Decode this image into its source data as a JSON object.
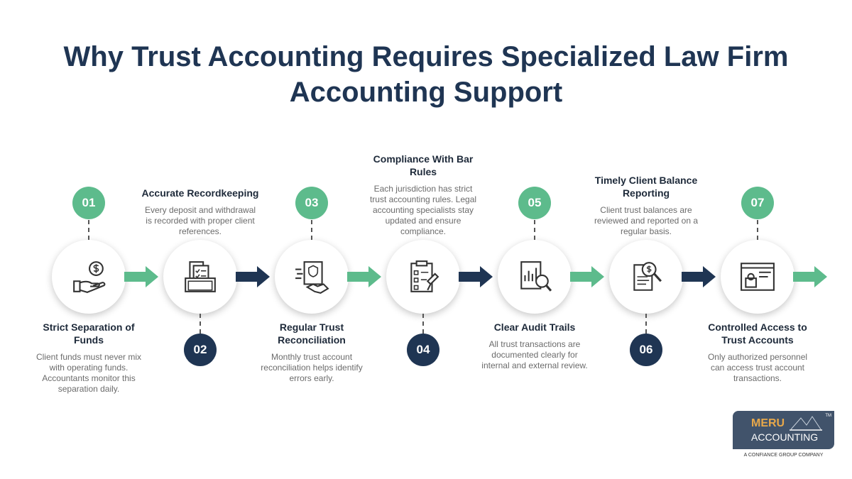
{
  "title": "Why Trust Accounting Requires Specialized Law Firm Accounting Support",
  "colors": {
    "green": "#5dbb8c",
    "navy": "#1f3553"
  },
  "steps": [
    {
      "number": "01",
      "title": "Strict Separation of Funds",
      "description": "Client funds must never mix with operating funds. Accountants monitor this separation daily.",
      "icon": "hand-dollar-icon"
    },
    {
      "number": "02",
      "title": "Accurate Recordkeeping",
      "description": "Every deposit and withdrawal is recorded with proper client references.",
      "icon": "file-drawer-icon"
    },
    {
      "number": "03",
      "title": "Regular Trust Reconciliation",
      "description": "Monthly trust account reconciliation helps identify errors early.",
      "icon": "document-handshake-icon"
    },
    {
      "number": "04",
      "title": "Compliance With Bar Rules",
      "description": "Each jurisdiction has strict trust accounting rules. Legal accounting specialists stay updated and ensure compliance.",
      "icon": "clipboard-gavel-icon"
    },
    {
      "number": "05",
      "title": "Clear Audit Trails",
      "description": "All trust transactions are documented clearly for internal and external review.",
      "icon": "report-magnifier-icon"
    },
    {
      "number": "06",
      "title": "Timely Client Balance Reporting",
      "description": "Client trust balances are reviewed and reported on a regular basis.",
      "icon": "statement-search-icon"
    },
    {
      "number": "07",
      "title": "Controlled Access to Trust Accounts",
      "description": "Only authorized personnel can access trust account transactions.",
      "icon": "secure-browser-icon"
    }
  ],
  "logo": {
    "line1": "MERU",
    "line2": "ACCOUNTING",
    "tm": "TM",
    "tagline": "A CONFIANCE GROUP COMPANY"
  }
}
